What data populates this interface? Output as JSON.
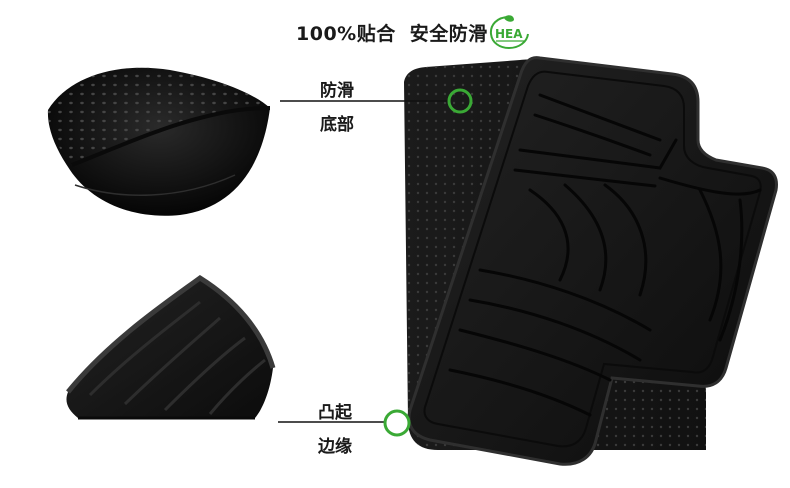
{
  "header": {
    "part1": "100%贴合",
    "part2": "安全防滑",
    "logo_text": "HEA"
  },
  "callouts": {
    "top": {
      "line1": "防滑",
      "line2": "底部"
    },
    "bottom": {
      "line1": "凸起",
      "line2": "边缘"
    }
  },
  "colors": {
    "mat": "#161616",
    "mat_edge": "#2b2b2b",
    "accent_green": "#3aa935",
    "text": "#1a1a1a"
  },
  "icons": [
    "hea-logo-icon",
    "green-circle-marker"
  ]
}
